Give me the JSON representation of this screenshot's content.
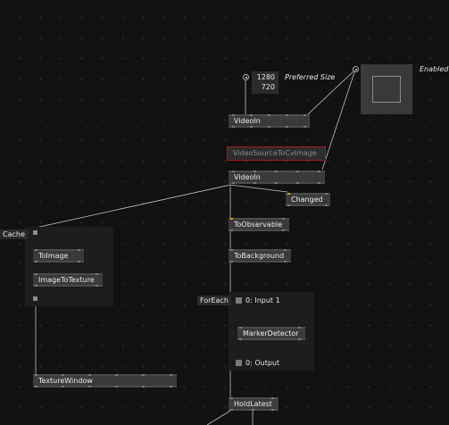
{
  "nodes": {
    "video_in_1": "VideoIn",
    "video_source": "VideoSourceToCvImage",
    "video_in_2": "VideoIn",
    "changed": "Changed",
    "to_observable": "ToObservable",
    "to_background": "ToBackground",
    "to_image": "ToImage",
    "image_to_texture": "ImageToTexture",
    "texture_window": "TextureWindow",
    "marker_detector": "MarkerDetector",
    "hold_latest": "HoldLatest"
  },
  "regions": {
    "cache": "Cache",
    "for_each": "ForEach",
    "input": "0:  Input 1",
    "output": "0:  Output"
  },
  "preferred_size": {
    "label": "Preferred Size",
    "width": "1280",
    "height": "720"
  },
  "enabled": {
    "label": "Enabled"
  }
}
